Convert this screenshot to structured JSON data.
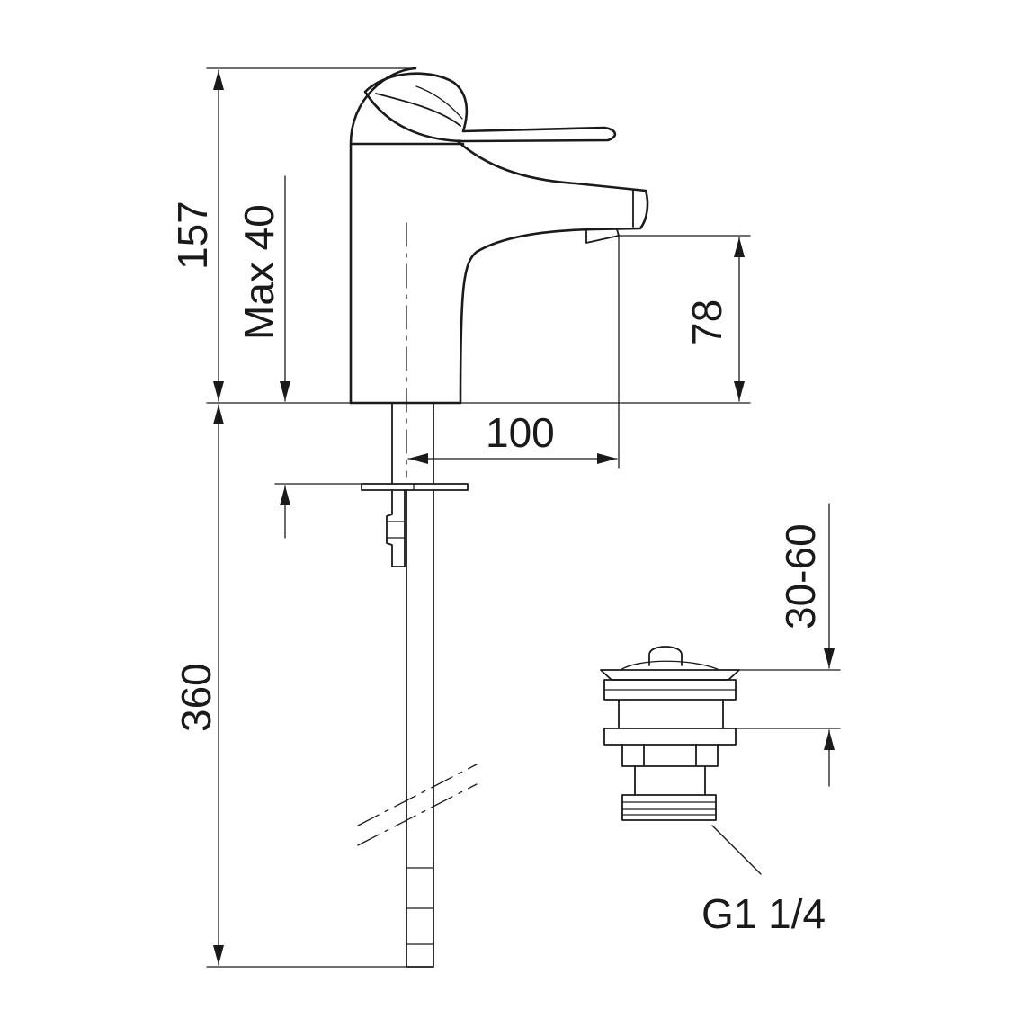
{
  "dimensions": {
    "total_height": "157",
    "max_deck_thickness": "Max 40",
    "spout_height": "78",
    "spout_reach": "100",
    "supply_length": "360",
    "waste_range": "30-60",
    "waste_thread": "G1 1/4"
  },
  "colors": {
    "line": "#1a1a1a",
    "background": "#ffffff"
  }
}
